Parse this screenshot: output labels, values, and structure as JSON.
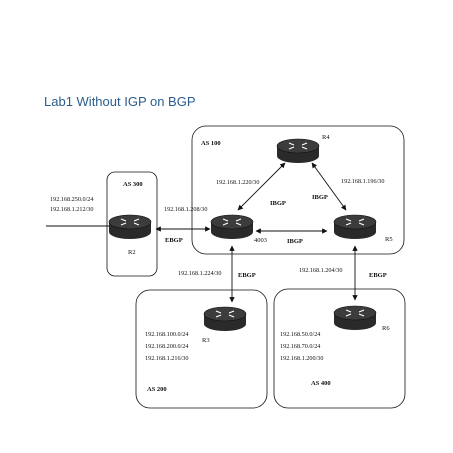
{
  "title": "Lab1 Without IGP on BGP",
  "colors": {
    "title": "#2b5d8c",
    "ink": "#111111",
    "router": "#2a2a2a"
  },
  "as_boxes": {
    "as100": "AS 100",
    "as300": "AS 300",
    "as200": "AS 200",
    "as400": "AS 400"
  },
  "routers": {
    "r2": "R2",
    "r3": "R3",
    "r4": "R4",
    "r5": "R5",
    "r6": "R6",
    "r1": "4003"
  },
  "links": {
    "ebgp_r2_r1": "EBGP",
    "ibgp_r1_r4": "IBGP",
    "ibgp_r4_r5": "IBGP",
    "ibgp_r1_r5": "IBGP",
    "ebgp_r1_r3": "EBGP",
    "ebgp_r5_r6": "EBGP"
  },
  "subnets": {
    "r2_net1": "192.168.250.0/24",
    "r2_net2": "192.168.1.212/30",
    "r2_r1": "192.168.1.208/30",
    "r1_r4": "192.168.1.220/30",
    "r4_r5": "192.168.1.196/30",
    "r1_r3": "192.168.1.224/30",
    "r5_r6": "192.168.1.204/30",
    "r3_net1": "192.168.100.0/24",
    "r3_net2": "192.168.200.0/24",
    "r3_net3": "192.168.1.216/30",
    "r6_net1": "192.168.50.0/24",
    "r6_net2": "192.168.70.0/24",
    "r6_net3": "192.168.1.200/30"
  }
}
